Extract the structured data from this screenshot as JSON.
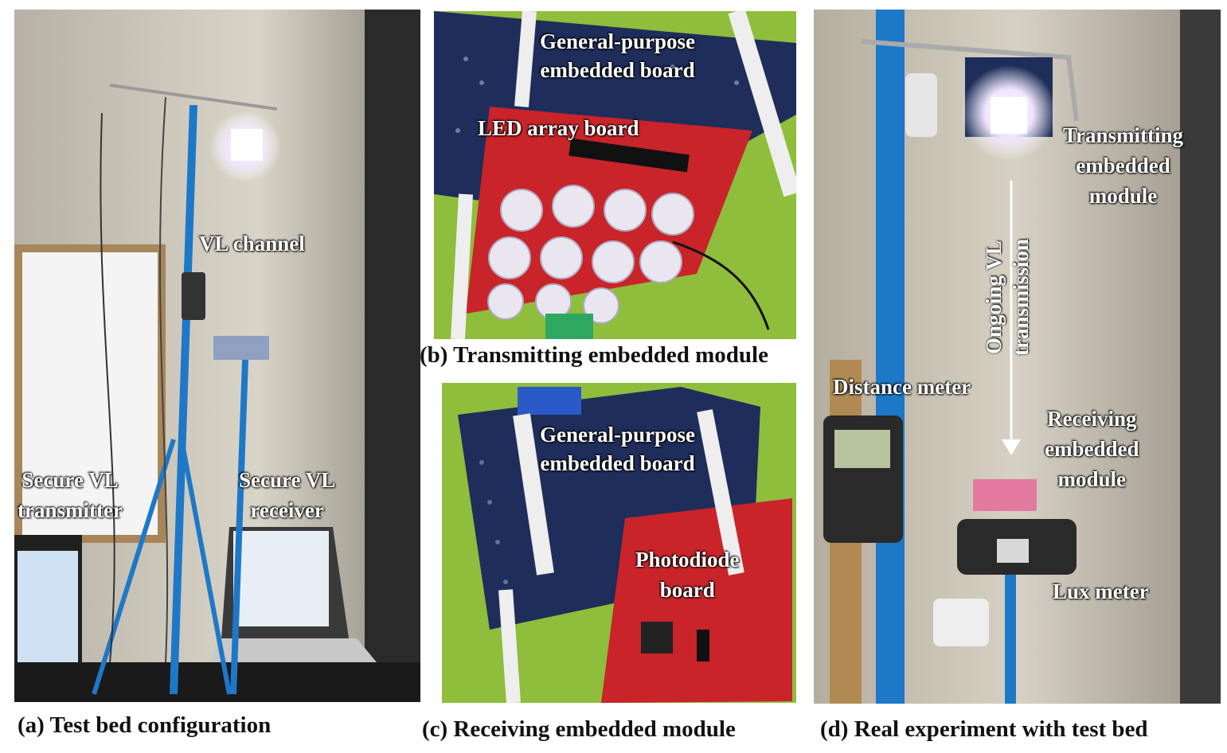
{
  "panels": {
    "a": {
      "caption": "(a)  Test bed configuration",
      "labels": {
        "channel": "VL channel",
        "transmitter_1": "Secure VL",
        "transmitter_2": "transmitter",
        "receiver_1": "Secure VL",
        "receiver_2": "receiver"
      }
    },
    "b": {
      "caption": "(b) Transmitting embedded module",
      "labels": {
        "board_1": "General-purpose",
        "board_2": "embedded board",
        "led": "LED array board"
      }
    },
    "c": {
      "caption": "(c) Receiving embedded module",
      "labels": {
        "board_1": "General-purpose",
        "board_2": "embedded board",
        "photo_1": "Photodiode",
        "photo_2": "board"
      }
    },
    "d": {
      "caption": "(d) Real experiment with test bed",
      "labels": {
        "tx_1": "Transmitting",
        "tx_2": "embedded",
        "tx_3": "module",
        "ongoing_1": "Ongoing VL",
        "ongoing_2": "transmission",
        "distance": "Distance meter",
        "rx_1": "Receiving",
        "rx_2": "embedded",
        "rx_3": "module",
        "lux": "Lux meter"
      }
    }
  },
  "colors": {
    "label_text": "#ffffff",
    "caption_text": "#111111",
    "board_red": "#c8242a",
    "board_blue": "#1e2d5a",
    "pole_blue": "#1e78c8",
    "green_bg": "#8fbd3c",
    "wall": "#c9c4b8"
  }
}
